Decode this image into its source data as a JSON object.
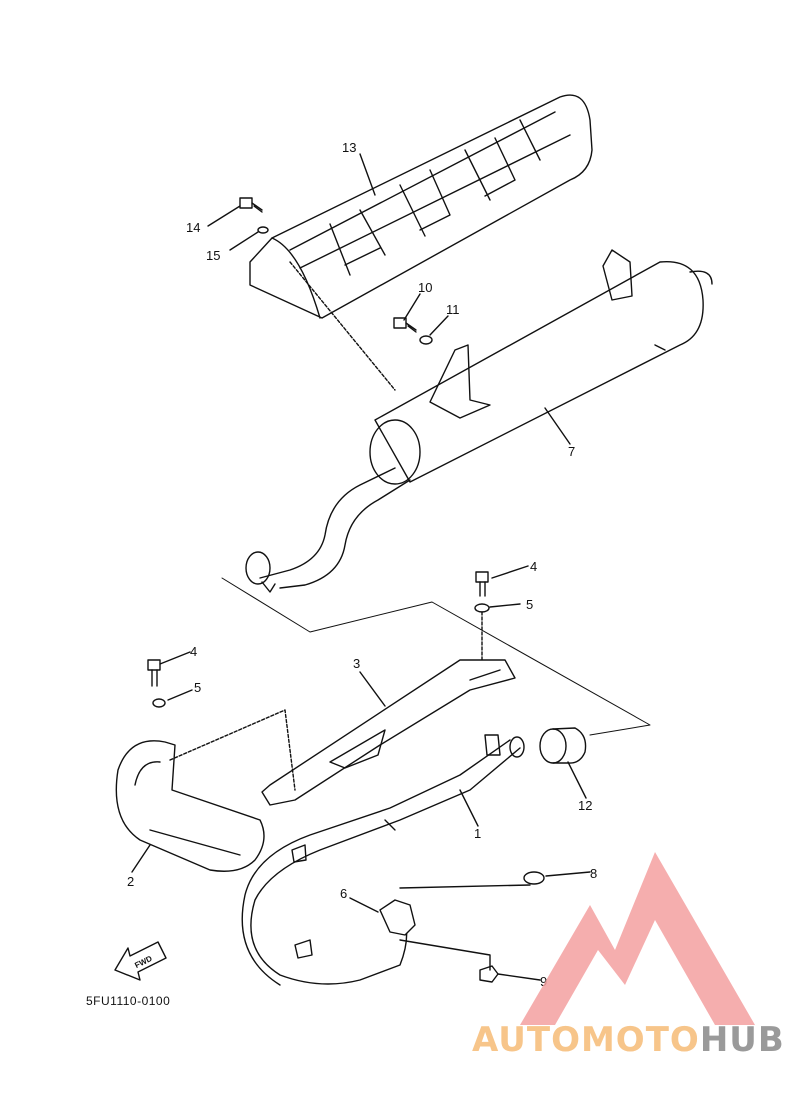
{
  "diagram": {
    "part_code": "5FU1110-0100",
    "fwd_label": "FWD",
    "callouts": [
      {
        "id": "c13",
        "label": "13"
      },
      {
        "id": "c14",
        "label": "14"
      },
      {
        "id": "c15",
        "label": "15"
      },
      {
        "id": "c10",
        "label": "10"
      },
      {
        "id": "c11",
        "label": "11"
      },
      {
        "id": "c7",
        "label": "7"
      },
      {
        "id": "c4a",
        "label": "4"
      },
      {
        "id": "c5a",
        "label": "5"
      },
      {
        "id": "c4b",
        "label": "4"
      },
      {
        "id": "c5b",
        "label": "5"
      },
      {
        "id": "c3",
        "label": "3"
      },
      {
        "id": "c12",
        "label": "12"
      },
      {
        "id": "c1",
        "label": "1"
      },
      {
        "id": "c2",
        "label": "2"
      },
      {
        "id": "c8",
        "label": "8"
      },
      {
        "id": "c6",
        "label": "6"
      },
      {
        "id": "c9",
        "label": "9"
      }
    ]
  },
  "watermark": {
    "part1": "AUTOMOTO",
    "part2": "HUB",
    "color_accent": "#f7c58a",
    "color_gray": "#9a9a9a",
    "logo_color": "#f4a0a0"
  }
}
